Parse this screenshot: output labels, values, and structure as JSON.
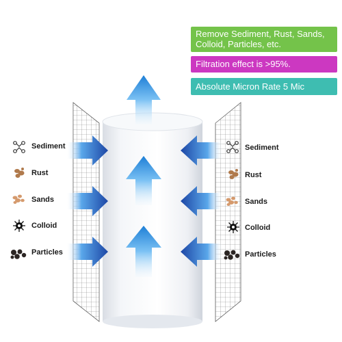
{
  "badges": {
    "line1": "Remove Sediment, Rust, Sands,",
    "line2": "Colloid, Particles, etc.",
    "filtration": "Filtration effect is >95%.",
    "micron": "Absolute Micron Rate 5 Mic"
  },
  "left_items": [
    {
      "label": "Sediment",
      "icon": "sediment-icon"
    },
    {
      "label": "Rust",
      "icon": "rust-icon"
    },
    {
      "label": "Sands",
      "icon": "sands-icon"
    },
    {
      "label": "Colloid",
      "icon": "colloid-icon"
    },
    {
      "label": "Particles",
      "icon": "particles-icon"
    }
  ],
  "right_items": [
    {
      "label": "Sediment",
      "icon": "sediment-icon"
    },
    {
      "label": "Rust",
      "icon": "rust-icon"
    },
    {
      "label": "Sands",
      "icon": "sands-icon"
    },
    {
      "label": "Colloid",
      "icon": "colloid-icon"
    },
    {
      "label": "Particles",
      "icon": "particles-icon"
    }
  ],
  "colors": {
    "green": "#74c34a",
    "magenta": "#cc38c1",
    "teal": "#3ebdb1",
    "arrow_blue": "#1f4fa8",
    "arrow_light": "#3aa3ea"
  }
}
